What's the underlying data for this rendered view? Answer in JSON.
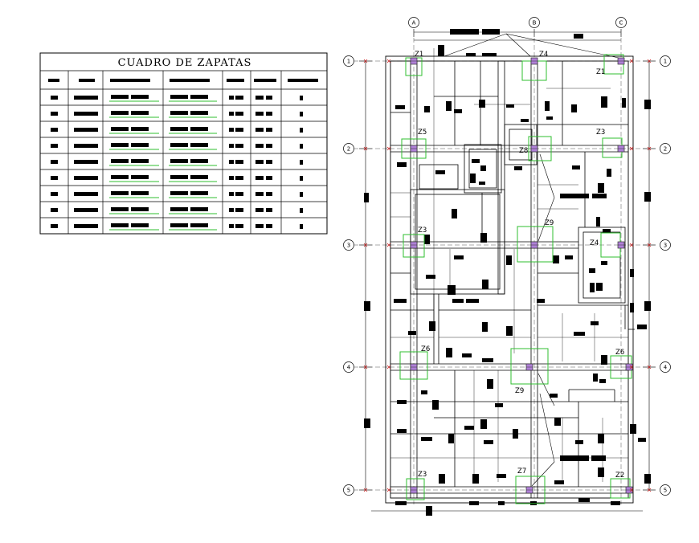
{
  "table": {
    "title": "CUADRO DE ZAPATAS",
    "row_count": 9
  },
  "grid_axes": {
    "columns": [
      "A",
      "B",
      "C"
    ],
    "rows": [
      "1",
      "2",
      "3",
      "4",
      "5"
    ]
  },
  "footing_labels": [
    "Z1",
    "Z4",
    "Z1",
    "Z5",
    "Z8",
    "Z3",
    "Z9",
    "Z3",
    "Z4",
    "Z6",
    "Z6",
    "Z9",
    "Z3",
    "Z7",
    "Z2"
  ],
  "colors": {
    "line": "#000000",
    "footing_outline": "#2fbf2f",
    "column_fill": "#b080d8",
    "grid_marker": "#cc2222"
  }
}
